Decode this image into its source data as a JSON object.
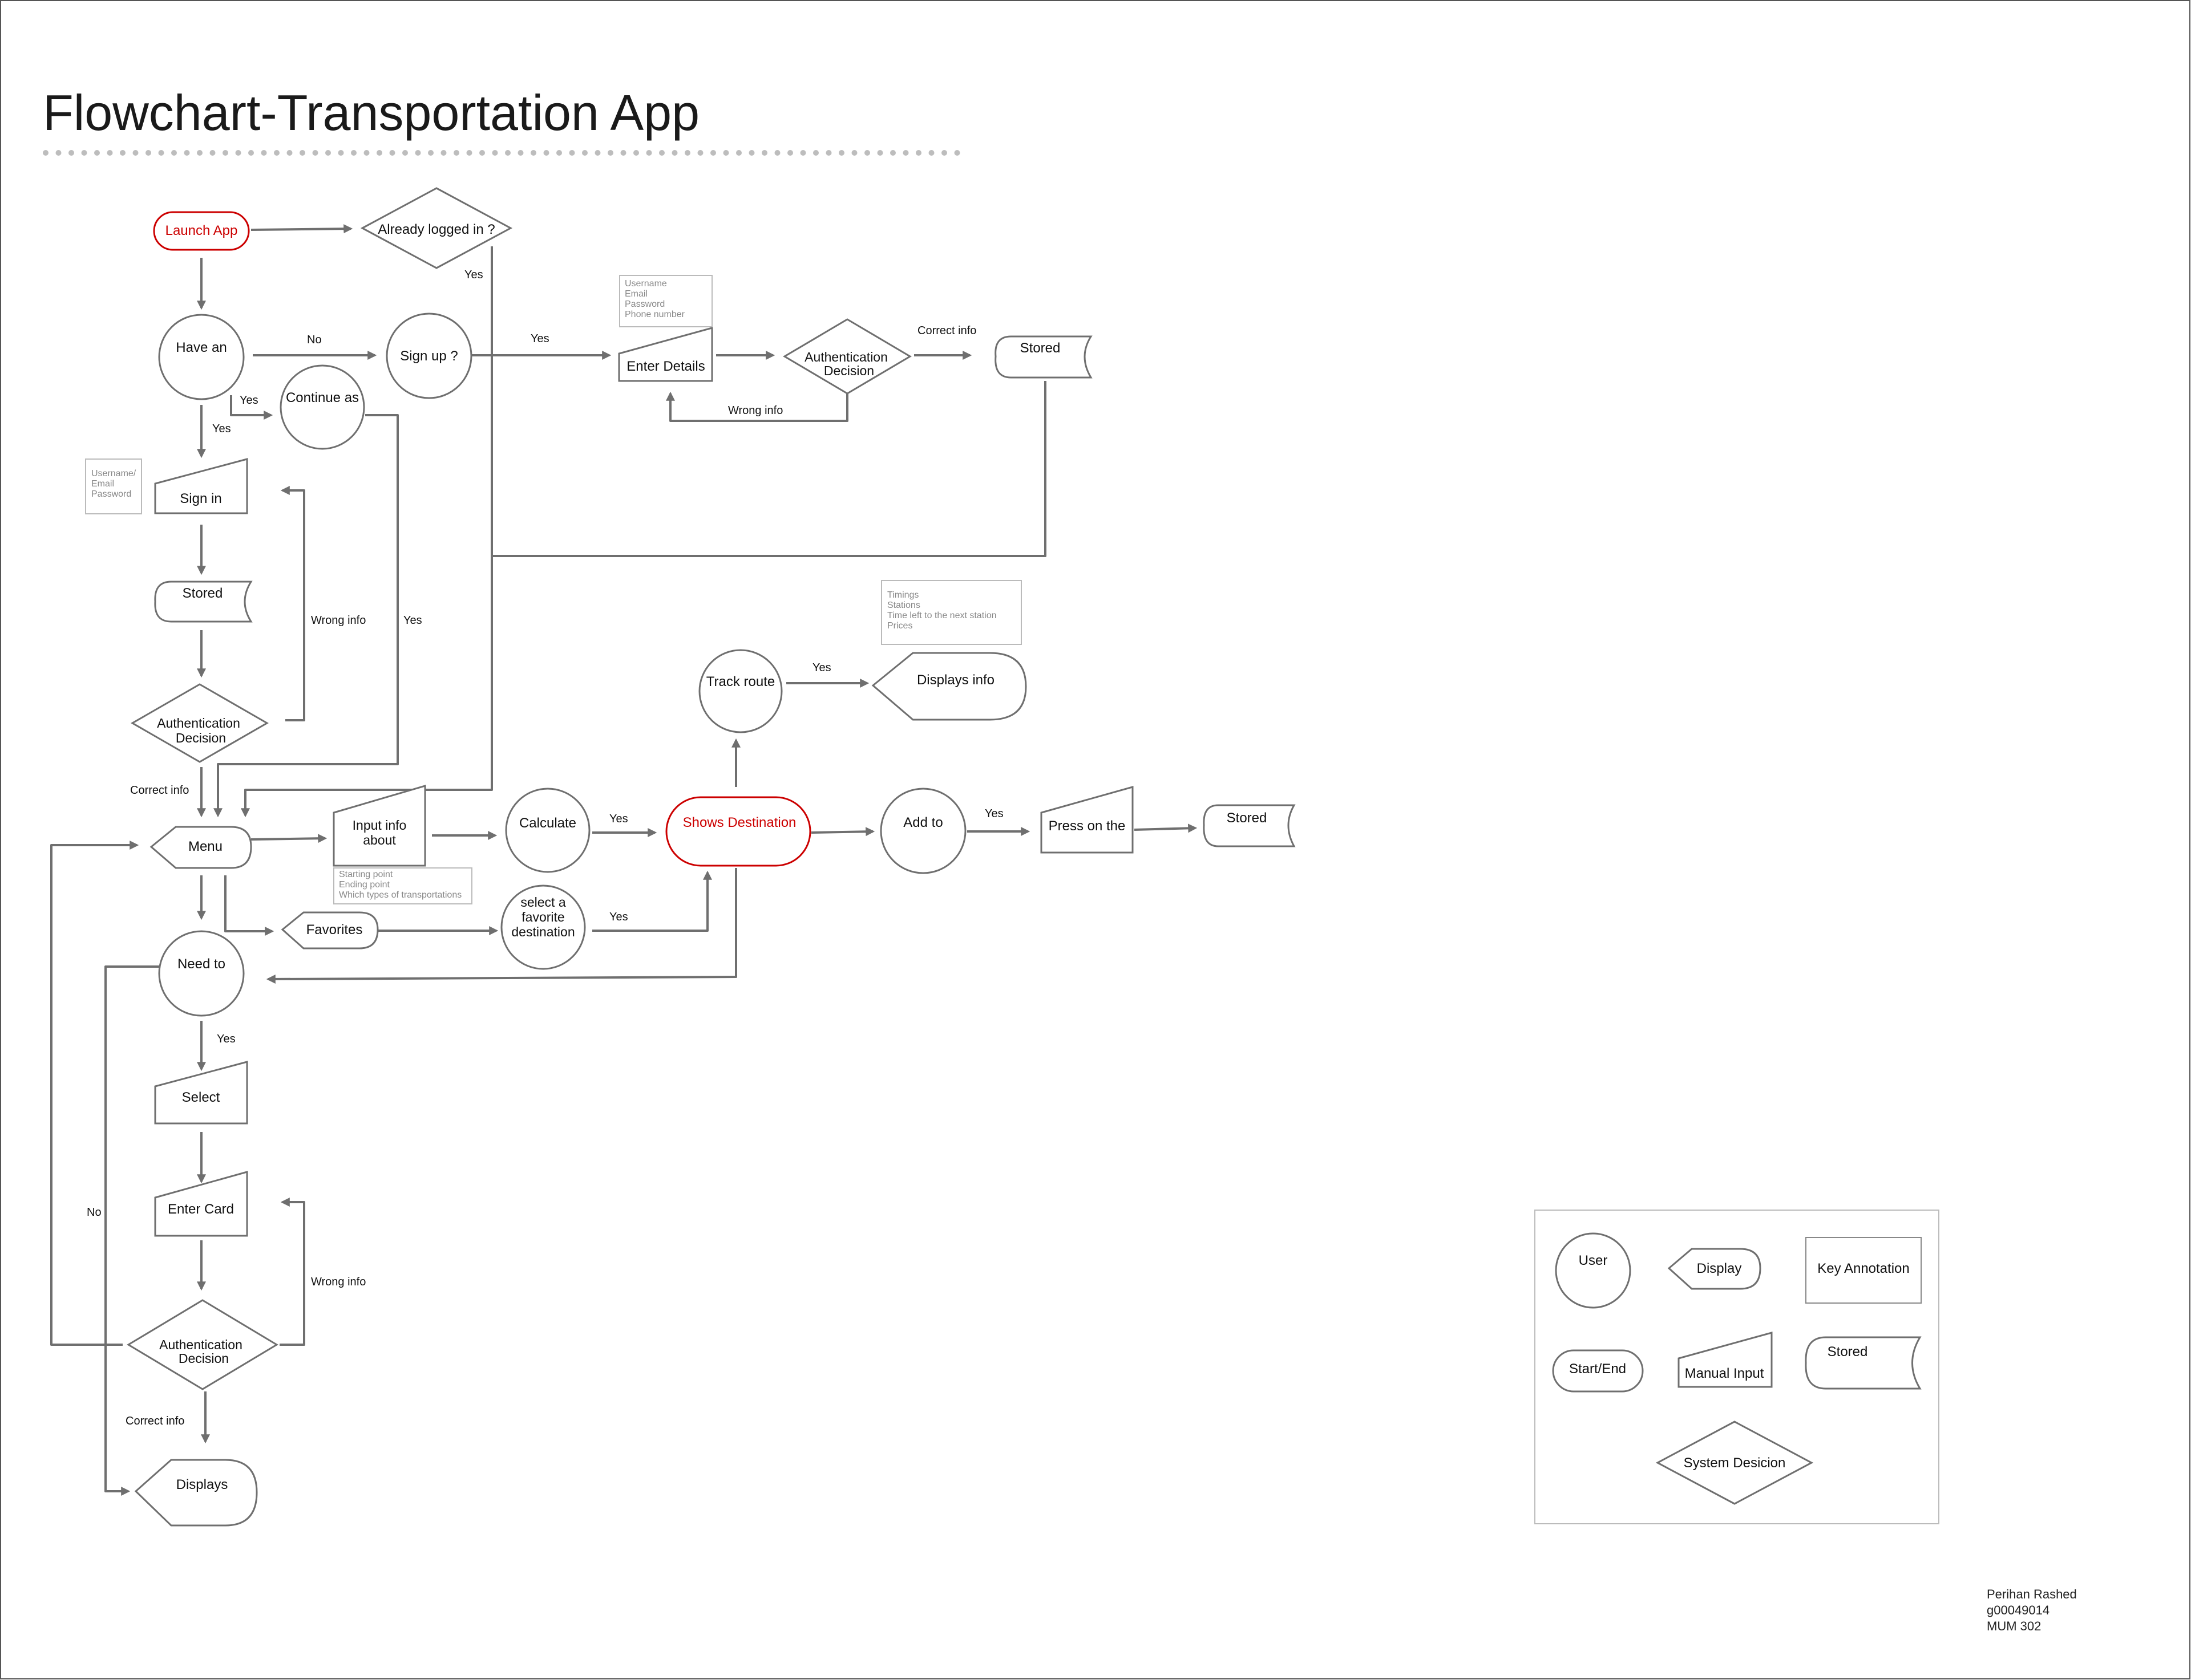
{
  "title": "Flowchart-Transportation App",
  "colors": {
    "accent": "#cc0000",
    "stroke": "#6f6f6f",
    "text": "#111111",
    "note": "#888888"
  },
  "nodes": {
    "launch_app": "Launch App",
    "already_logged_in": "Already logged  in ?",
    "have_an": "Have an",
    "sign_up": "Sign up ?",
    "continue_as": "Continue as",
    "sign_in": "Sign in",
    "stored_1": "Stored",
    "auth_1": [
      "Authentication",
      "Decision"
    ],
    "enter_details": "Enter Details",
    "auth_2": [
      "Authentication",
      "Decision"
    ],
    "stored_2": "Stored",
    "track_route": "Track route",
    "displays_info": "Displays info",
    "menu": "Menu",
    "input_info": [
      "Input info",
      "about"
    ],
    "calculate": "Calculate",
    "shows_destination": "Shows Destination",
    "add_to": "Add to",
    "press_on_the": "Press on the",
    "stored_3": "Stored",
    "favorites": "Favorites",
    "select_favorite": [
      "select a",
      "favorite",
      "destination"
    ],
    "need_to": "Need to",
    "select": "Select",
    "enter_card": "Enter Card",
    "auth_3": [
      "Authentication",
      "Decision"
    ],
    "displays": "Displays"
  },
  "edge_labels": {
    "yes_logged": "Yes",
    "no_have": "No",
    "yes_signup": "Yes",
    "correct_info_top": "Correct info",
    "wrong_info_top": "Wrong info",
    "yes_continue": "Yes",
    "yes_signin": "Yes",
    "wrong_info_signin": "Wrong info",
    "yes_continue_menu": "Yes",
    "correct_info_menu": "Correct info",
    "yes_track": "Yes",
    "yes_calculate": "Yes",
    "yes_add": "Yes",
    "yes_favorite": "Yes",
    "yes_need": "Yes",
    "no_need": "No",
    "wrong_info_card": "Wrong info",
    "correct_info_card": "Correct info"
  },
  "annotations": {
    "signup_fields": [
      "Username",
      "Email",
      "Password",
      "Phone number"
    ],
    "signin_fields": [
      "Username/",
      "Email",
      "Password"
    ],
    "track_info": [
      "Timings",
      "Stations",
      "Time left to the next station",
      "Prices"
    ],
    "input_fields": [
      "Starting point",
      "Ending point",
      "Which types of transportations"
    ]
  },
  "legend": {
    "user": "User",
    "display": "Display",
    "key_annotation": "Key Annotation",
    "start_end": "Start/End",
    "manual_input": "Manual Input",
    "stored": "Stored",
    "system_decision": "System Desicion"
  },
  "author": [
    "Perihan Rashed",
    "g00049014",
    "MUM 302"
  ]
}
